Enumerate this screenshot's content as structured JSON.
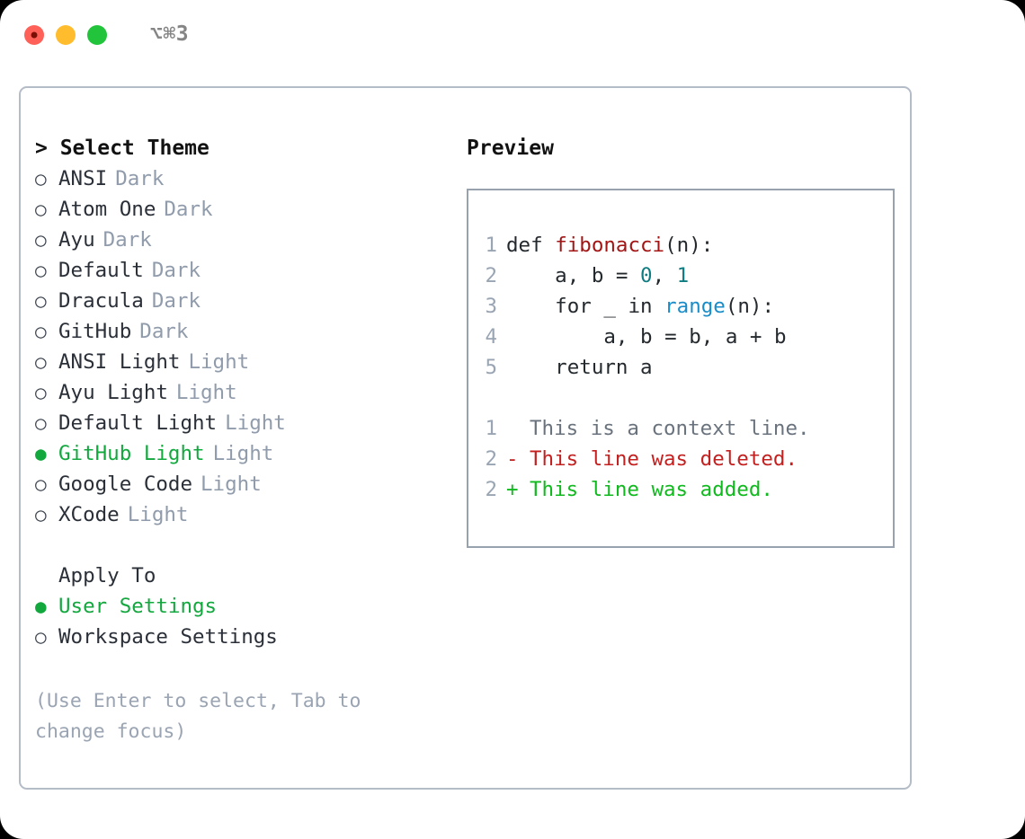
{
  "titlebar": {
    "shortcut": "⌥⌘3",
    "lights": [
      "close",
      "minimize",
      "maximize"
    ]
  },
  "theme_picker": {
    "header": "> Select Theme",
    "marker_selected": "●",
    "marker_unselected": "○",
    "items": [
      {
        "name": "ANSI",
        "kind": "Dark",
        "selected": false
      },
      {
        "name": "Atom One",
        "kind": "Dark",
        "selected": false
      },
      {
        "name": "Ayu",
        "kind": "Dark",
        "selected": false
      },
      {
        "name": "Default",
        "kind": "Dark",
        "selected": false
      },
      {
        "name": "Dracula",
        "kind": "Dark",
        "selected": false
      },
      {
        "name": "GitHub",
        "kind": "Dark",
        "selected": false
      },
      {
        "name": "ANSI Light",
        "kind": "Light",
        "selected": false
      },
      {
        "name": "Ayu Light",
        "kind": "Light",
        "selected": false
      },
      {
        "name": "Default Light",
        "kind": "Light",
        "selected": false
      },
      {
        "name": "GitHub Light",
        "kind": "Light",
        "selected": true
      },
      {
        "name": "Google Code",
        "kind": "Light",
        "selected": false
      },
      {
        "name": "XCode",
        "kind": "Light",
        "selected": false
      }
    ]
  },
  "apply_to": {
    "header": "Apply To",
    "items": [
      {
        "name": "User Settings",
        "selected": true
      },
      {
        "name": "Workspace Settings",
        "selected": false
      }
    ]
  },
  "hint": "(Use Enter to select, Tab to change focus)",
  "preview": {
    "title": "Preview",
    "code_lines": [
      {
        "no": "1",
        "segments": [
          {
            "text": "def ",
            "type": "plain"
          },
          {
            "text": "fibonacci",
            "type": "fn"
          },
          {
            "text": "(n):",
            "type": "plain"
          }
        ]
      },
      {
        "no": "2",
        "segments": [
          {
            "text": "    a, b = ",
            "type": "plain"
          },
          {
            "text": "0",
            "type": "num"
          },
          {
            "text": ", ",
            "type": "plain"
          },
          {
            "text": "1",
            "type": "num"
          }
        ]
      },
      {
        "no": "3",
        "segments": [
          {
            "text": "    for _ in ",
            "type": "plain"
          },
          {
            "text": "range",
            "type": "call"
          },
          {
            "text": "(n):",
            "type": "plain"
          }
        ]
      },
      {
        "no": "4",
        "segments": [
          {
            "text": "        a, b = b, a + b",
            "type": "plain"
          }
        ]
      },
      {
        "no": "5",
        "segments": [
          {
            "text": "    return a",
            "type": "plain"
          }
        ]
      }
    ],
    "diff_lines": [
      {
        "no": "1",
        "sign": " ",
        "text": "This is a context line.",
        "kind": "context"
      },
      {
        "no": "2",
        "sign": "-",
        "text": "This line was deleted.",
        "kind": "deleted"
      },
      {
        "no": "2",
        "sign": "+",
        "text": "This line was added.",
        "kind": "added"
      }
    ]
  },
  "colors": {
    "accent_green": "#12a83e",
    "border": "#b4bcc7",
    "preview_border": "#98a2ae",
    "muted": "#909bab",
    "lineno": "#9aa5b4",
    "fn_red": "#a31515",
    "num_teal": "#0e7c80",
    "call_blue": "#1a8cc8",
    "diff_delete": "#c42020",
    "diff_add": "#10b91e",
    "diff_context": "#6a737d"
  }
}
